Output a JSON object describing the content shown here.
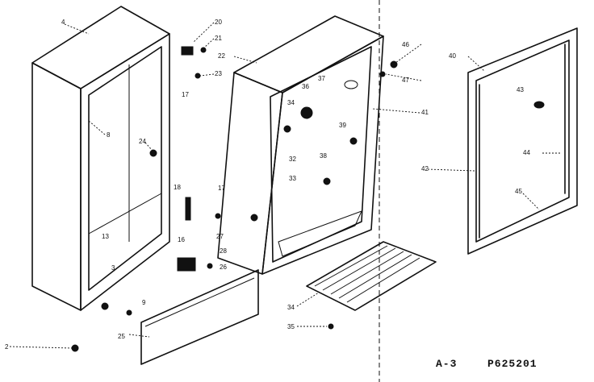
{
  "diagram": {
    "labels": [
      "4",
      "20",
      "21",
      "22",
      "23",
      "17",
      "8",
      "24",
      "18",
      "17",
      "27",
      "13",
      "16",
      "3",
      "9",
      "2",
      "25",
      "28",
      "26",
      "46",
      "47",
      "36",
      "37",
      "39",
      "34",
      "41",
      "38",
      "32",
      "33",
      "40",
      "43",
      "44",
      "42",
      "45",
      "34",
      "35"
    ],
    "footer": {
      "figure_ref": "A-3",
      "part_number": "P625201"
    }
  }
}
